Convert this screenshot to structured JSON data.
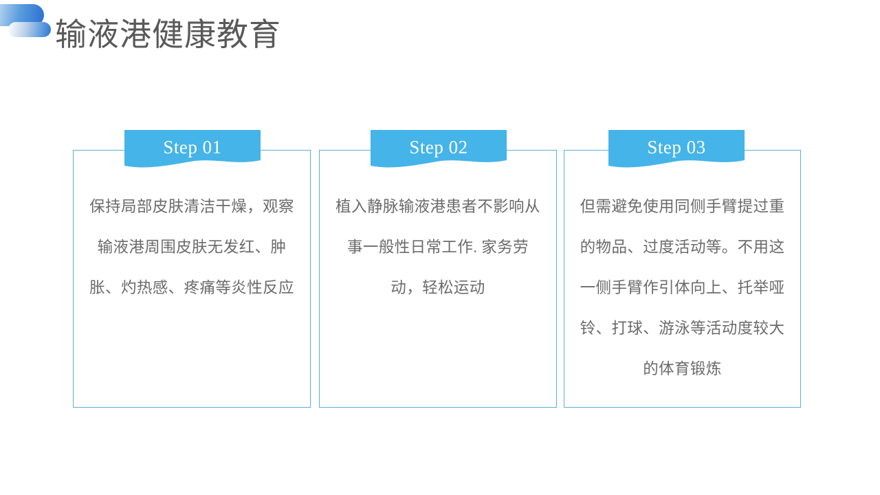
{
  "header": {
    "title": "输液港健康教育",
    "logo_name": "cloud-logo",
    "logo_colors": [
      "#2a6fd0",
      "#5a9ede",
      "#b8cfe8"
    ]
  },
  "theme": {
    "banner_blue": "#45b4e8",
    "border_blue": "#5aafd4",
    "title_gray": "#595959",
    "body_gray": "#6b6b6b"
  },
  "steps": [
    {
      "label": "Step 01",
      "text": "保持局部皮肤清洁干燥，观察输液港周围皮肤无发红、肿胀、灼热感、疼痛等炎性反应"
    },
    {
      "label": "Step 02",
      "text": "植入静脉输液港患者不影响从事一般性日常工作. 家务劳动，轻松运动"
    },
    {
      "label": "Step 03",
      "text": "但需避免使用同侧手臂提过重的物品、过度活动等。不用这一侧手臂作引体向上、托举哑铃、打球、游泳等活动度较大的体育锻炼"
    }
  ]
}
